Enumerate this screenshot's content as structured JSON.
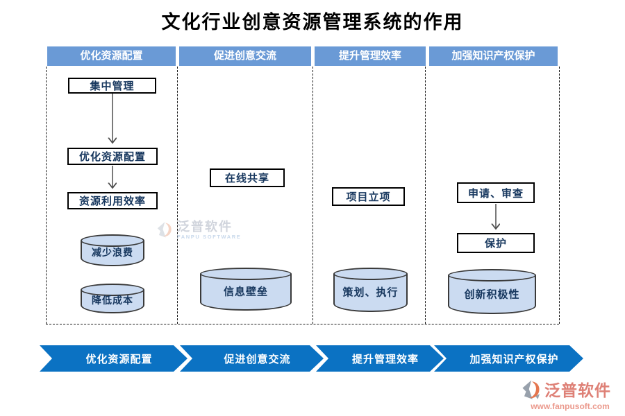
{
  "title": "文化行业创意资源管理系统的作用",
  "columns": [
    {
      "header": "优化资源配置",
      "boxes": [
        "集中管理",
        "优化资源配置",
        "资源利用效率"
      ],
      "cylinders": [
        "减少浪费",
        "降低成本"
      ]
    },
    {
      "header": "促进创意交流",
      "boxes": [
        "在线共享"
      ],
      "cylinders": [
        "信息壁垒"
      ]
    },
    {
      "header": "提升管理效率",
      "boxes": [
        "项目立项"
      ],
      "cylinders": [
        "策划、执行"
      ]
    },
    {
      "header": "加强知识产权保护",
      "boxes": [
        "申请、审查",
        "保护"
      ],
      "cylinders": [
        "创新积极性"
      ]
    }
  ],
  "flow_steps": [
    "优化资源配置",
    "促进创意交流",
    "提升管理效率",
    "加强知识产权保护"
  ],
  "watermark": {
    "brand": "泛普软件",
    "sub": "FANPU SOFTWARE"
  },
  "logo": {
    "brand": "泛普软件",
    "url": "www.fanpusoft.com"
  },
  "colors": {
    "header_blue": "#6A9AD6",
    "chevron_blue": "#0B72C3",
    "cylinder_fill": "#CBDBF1",
    "node_text_navy": "#17375E",
    "brand_salmon": "#DE8076",
    "logo_orange": "#E4764F",
    "logo_gray": "#98A1AC"
  }
}
